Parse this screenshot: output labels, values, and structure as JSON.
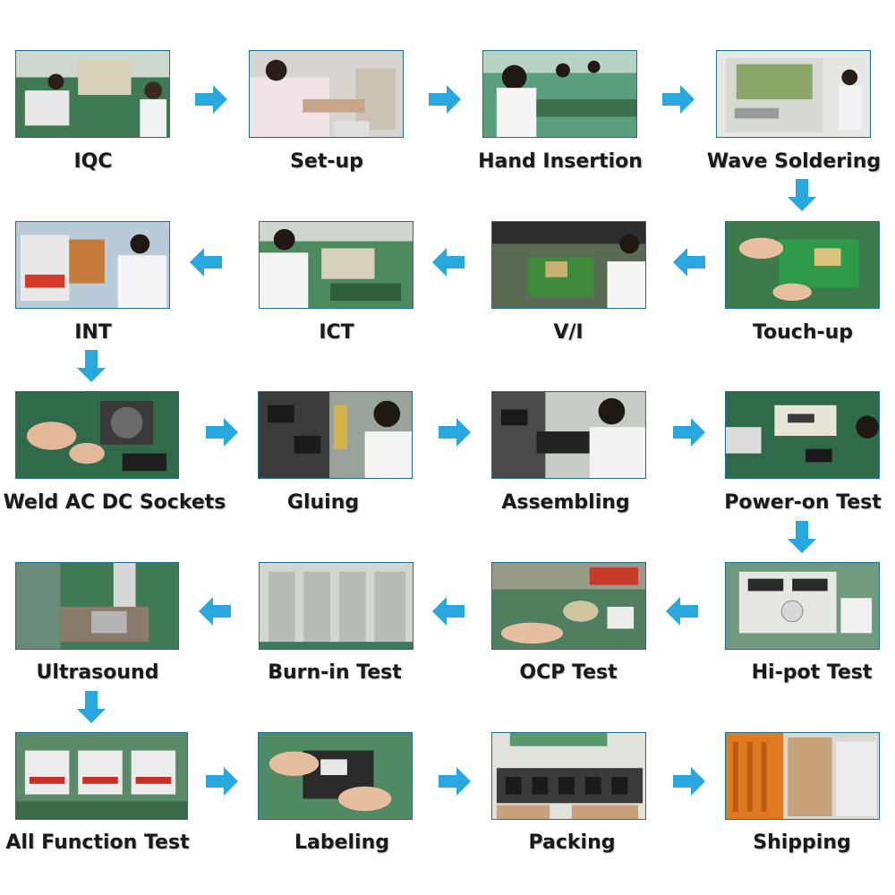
{
  "steps": [
    {
      "label": "IQC",
      "icon": "inspection-photo"
    },
    {
      "label": "Set-up",
      "icon": "machine-setup-photo"
    },
    {
      "label": "Hand Insertion",
      "icon": "assembly-line-photo"
    },
    {
      "label": "Wave Soldering",
      "icon": "soldering-machine-photo"
    },
    {
      "label": "Touch-up",
      "icon": "pcb-touchup-photo"
    },
    {
      "label": "V/I",
      "icon": "visual-inspection-photo"
    },
    {
      "label": "ICT",
      "icon": "ict-tester-photo"
    },
    {
      "label": "INT",
      "icon": "int-test-photo"
    },
    {
      "label": "Weld AC DC Sockets",
      "icon": "welding-photo"
    },
    {
      "label": "Gluing",
      "icon": "gluing-photo"
    },
    {
      "label": "Assembling",
      "icon": "assembling-photo"
    },
    {
      "label": "Power-on Test",
      "icon": "power-test-photo"
    },
    {
      "label": "Hi-pot Test",
      "icon": "hipot-tester-photo"
    },
    {
      "label": "OCP Test",
      "icon": "ocp-test-photo"
    },
    {
      "label": "Burn-in Test",
      "icon": "burn-in-rack-photo"
    },
    {
      "label": "Ultrasound",
      "icon": "ultrasonic-welder-photo"
    },
    {
      "label": "All Function Test",
      "icon": "function-test-photo"
    },
    {
      "label": "Labeling",
      "icon": "labeling-photo"
    },
    {
      "label": "Packing",
      "icon": "packing-photo"
    },
    {
      "label": "Shipping",
      "icon": "shipping-container-photo"
    }
  ],
  "colors": {
    "arrow": "#29a8e0",
    "label": "#1a1a1a",
    "frame": "#1e6f8a"
  }
}
